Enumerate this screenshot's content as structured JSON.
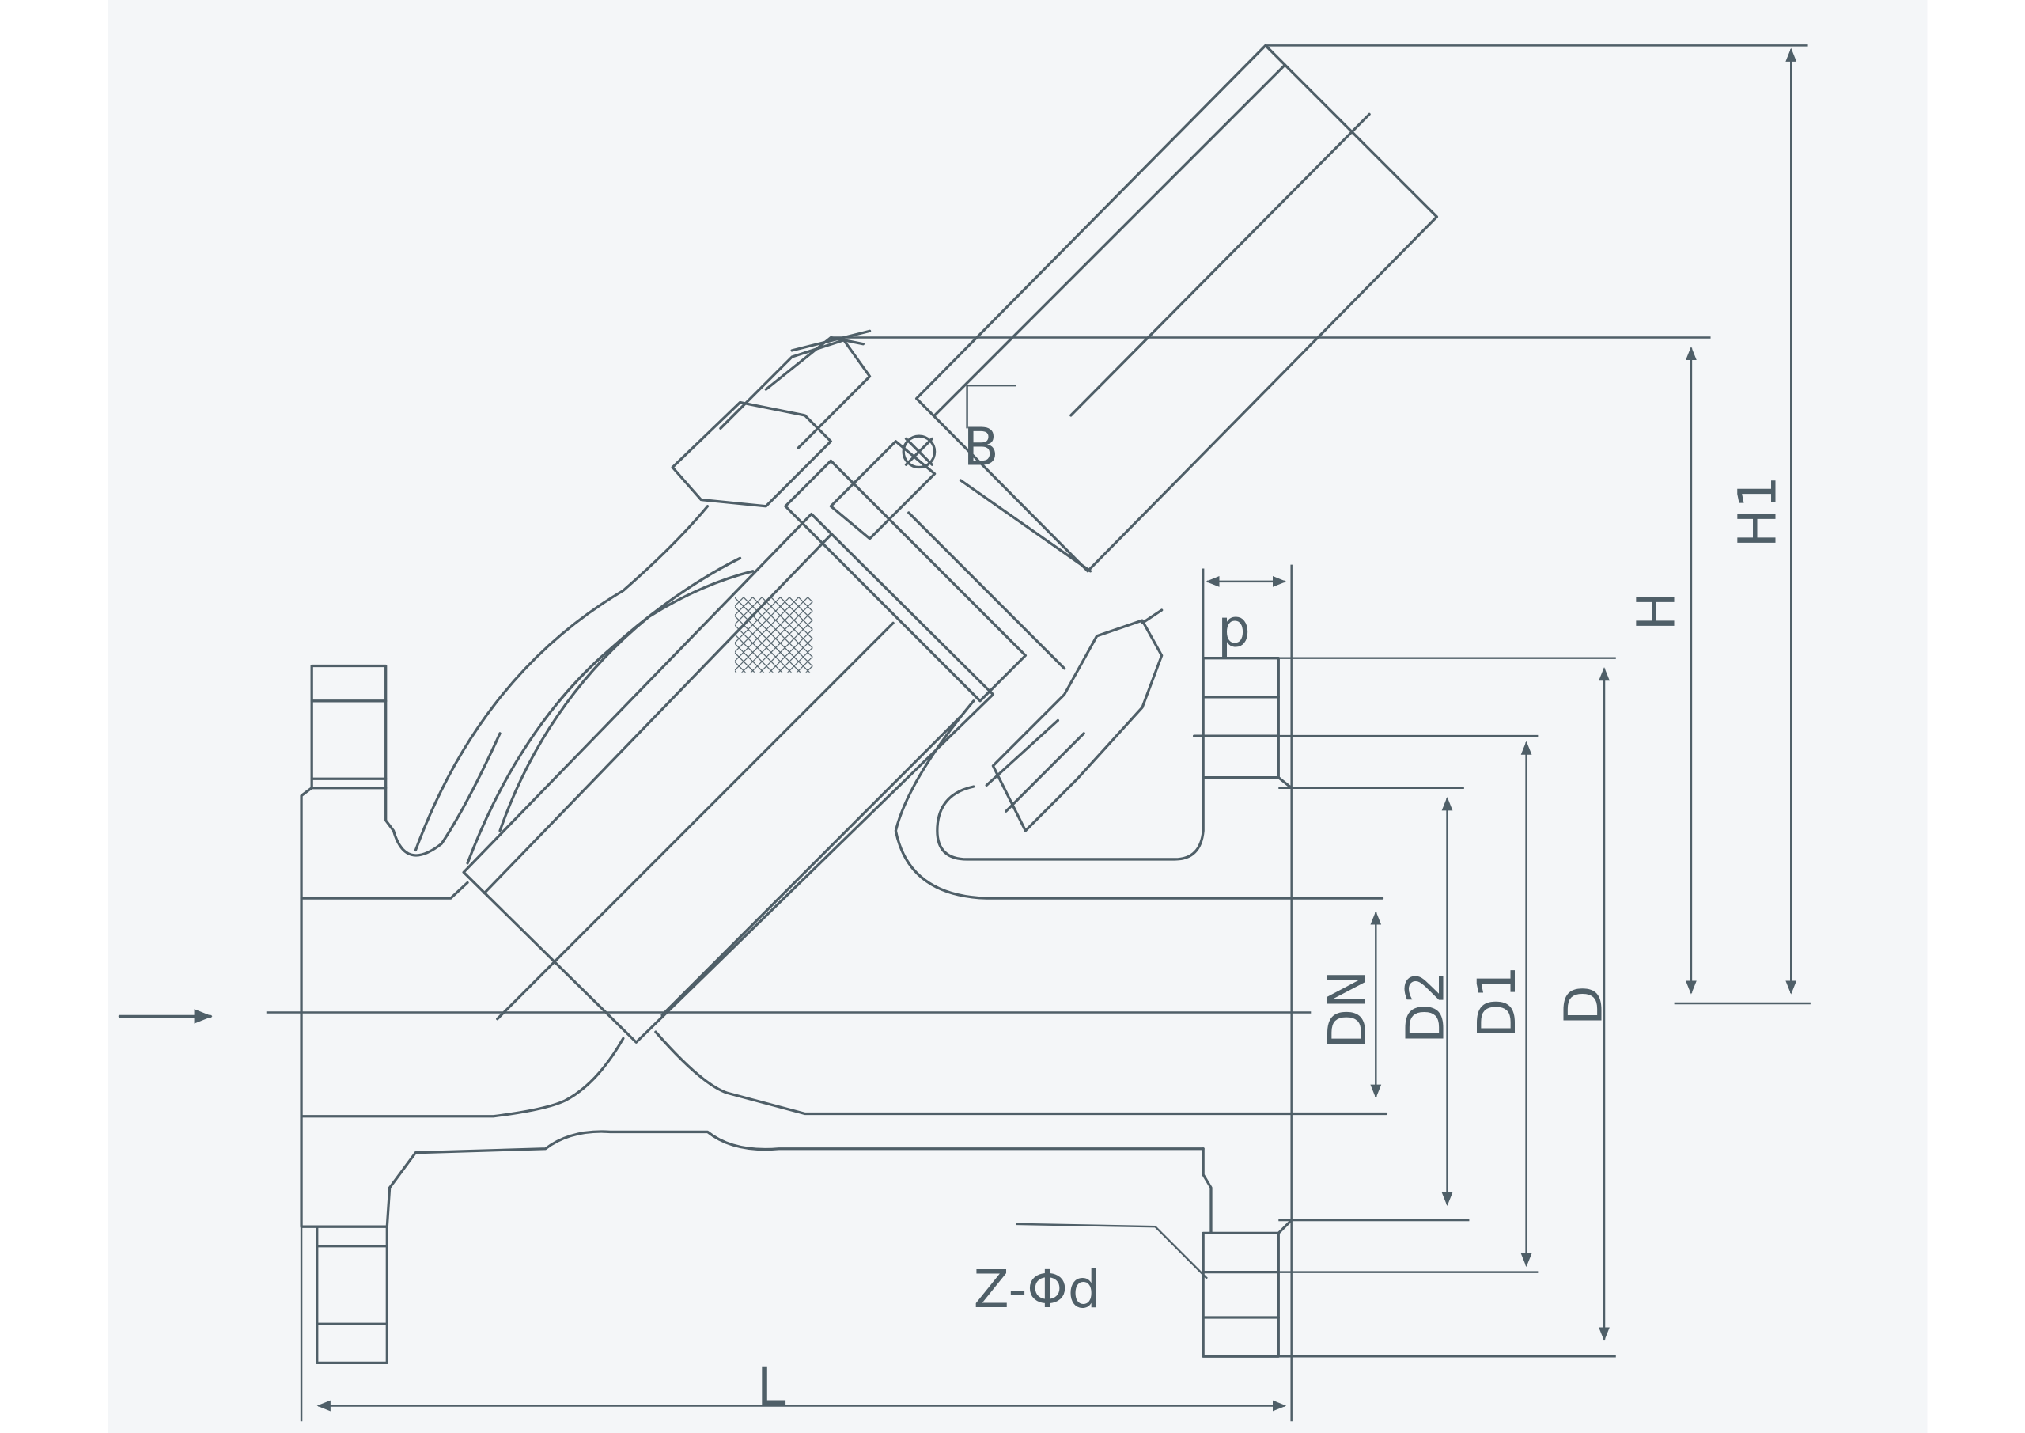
{
  "diagram": {
    "title": "Y-type strainer with flanges – dimension drawing",
    "colors": {
      "background": "#f4f6f8",
      "line": "#4f5f68"
    },
    "labels": {
      "B": "B",
      "p": "p",
      "H1": "H1",
      "H": "H",
      "D": "D",
      "D1": "D1",
      "D2": "D2",
      "DN": "DN",
      "Zd": "Z-Φd",
      "L": "L"
    }
  }
}
